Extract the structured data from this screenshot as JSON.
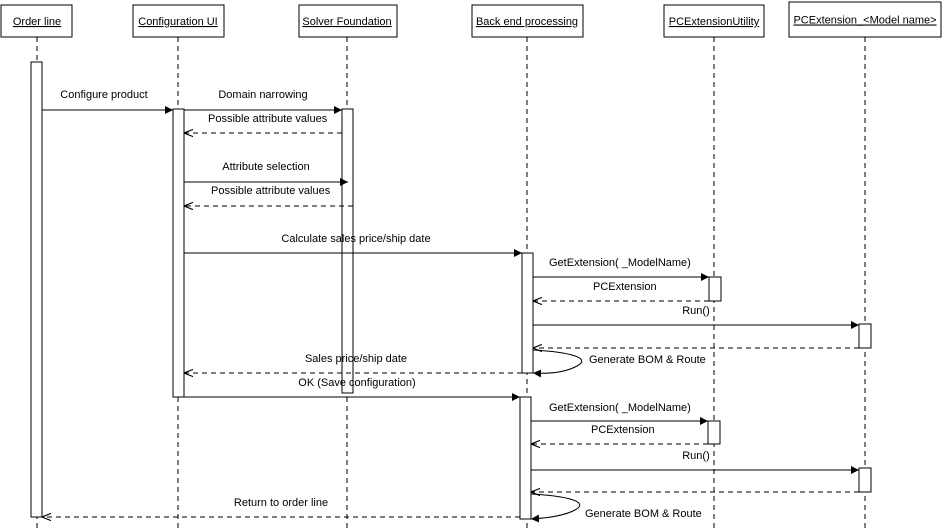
{
  "lifelines": [
    {
      "id": "order",
      "label": "Order line"
    },
    {
      "id": "config",
      "label": "Configuration UI"
    },
    {
      "id": "solver",
      "label": "Solver Foundation"
    },
    {
      "id": "backend",
      "label": "Back end processing"
    },
    {
      "id": "util",
      "label": "PCExtensionUtility"
    },
    {
      "id": "ext",
      "label": "PCExtension_<Model name>"
    }
  ],
  "messages": [
    {
      "id": "m1",
      "label": "Configure product",
      "from": "order",
      "to": "config",
      "kind": "sync"
    },
    {
      "id": "m2",
      "label": "Domain narrowing",
      "from": "config",
      "to": "solver",
      "kind": "sync"
    },
    {
      "id": "m3",
      "label": "Possible attribute values",
      "from": "solver",
      "to": "config",
      "kind": "return"
    },
    {
      "id": "m4",
      "label": "Attribute selection",
      "from": "config",
      "to": "solver",
      "kind": "sync"
    },
    {
      "id": "m5",
      "label": "Possible attribute values",
      "from": "solver",
      "to": "config",
      "kind": "return"
    },
    {
      "id": "m6",
      "label": "Calculate sales price/ship date",
      "from": "config",
      "to": "backend",
      "kind": "sync"
    },
    {
      "id": "m7",
      "label": "GetExtension( _ModelName)",
      "from": "backend",
      "to": "util",
      "kind": "sync"
    },
    {
      "id": "m8",
      "label": "PCExtension",
      "from": "util",
      "to": "backend",
      "kind": "return"
    },
    {
      "id": "m9",
      "label": "Run()",
      "from": "backend",
      "to": "ext",
      "kind": "sync"
    },
    {
      "id": "m10",
      "label": "",
      "from": "ext",
      "to": "backend",
      "kind": "return"
    },
    {
      "id": "m11",
      "label": "Generate BOM & Route",
      "from": "backend",
      "to": "backend",
      "kind": "self"
    },
    {
      "id": "m12",
      "label": "Sales price/ship date",
      "from": "backend",
      "to": "config",
      "kind": "return"
    },
    {
      "id": "m13",
      "label": "OK (Save configuration)",
      "from": "config",
      "to": "backend",
      "kind": "sync"
    },
    {
      "id": "m14",
      "label": "GetExtension( _ModelName)",
      "from": "backend",
      "to": "util",
      "kind": "sync"
    },
    {
      "id": "m15",
      "label": "PCExtension",
      "from": "util",
      "to": "backend",
      "kind": "return"
    },
    {
      "id": "m16",
      "label": "Run()",
      "from": "backend",
      "to": "ext",
      "kind": "sync"
    },
    {
      "id": "m17",
      "label": "",
      "from": "ext",
      "to": "backend",
      "kind": "return"
    },
    {
      "id": "m18",
      "label": "Generate BOM & Route",
      "from": "backend",
      "to": "backend",
      "kind": "self"
    },
    {
      "id": "m19",
      "label": "Return to order line",
      "from": "backend",
      "to": "order",
      "kind": "return"
    }
  ]
}
